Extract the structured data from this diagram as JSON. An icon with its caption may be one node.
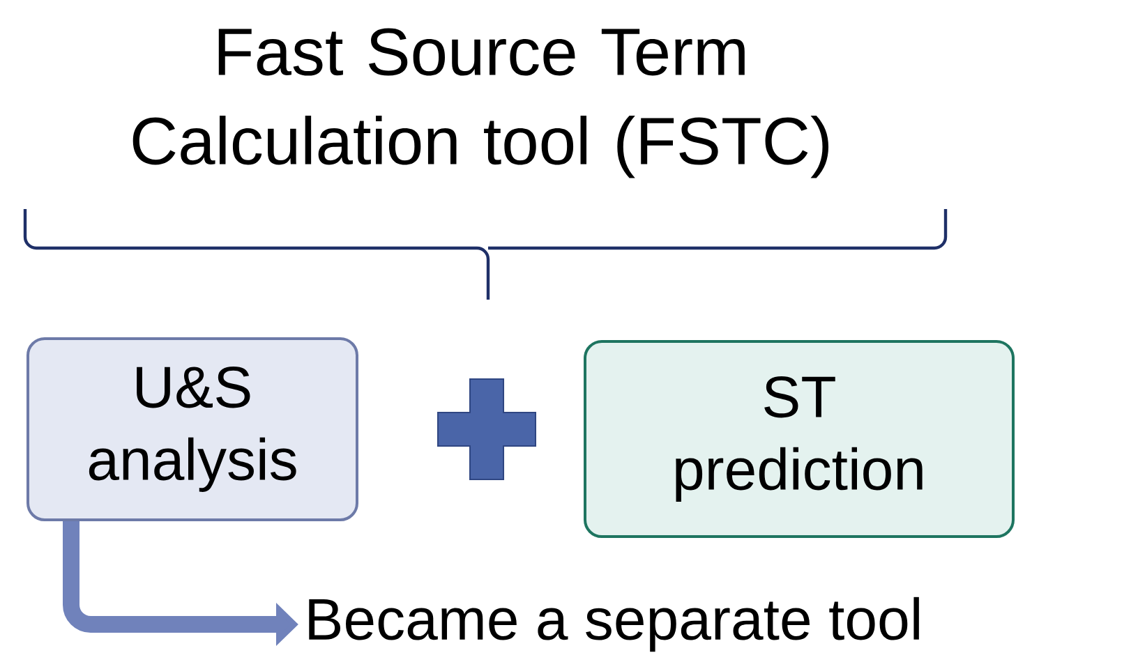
{
  "diagram": {
    "title": "Fast Source Term Calculation tool (FSTC)",
    "nodes": [
      {
        "text": [
          "U&S analysis"
        ]
      },
      {
        "text": [
          "ST prediction"
        ]
      },
      {
        "text": [
          "Became a separate tool"
        ]
      }
    ],
    "edges": [
      {
        "from": 0,
        "to": 2,
        "arrow": "to"
      }
    ]
  }
}
